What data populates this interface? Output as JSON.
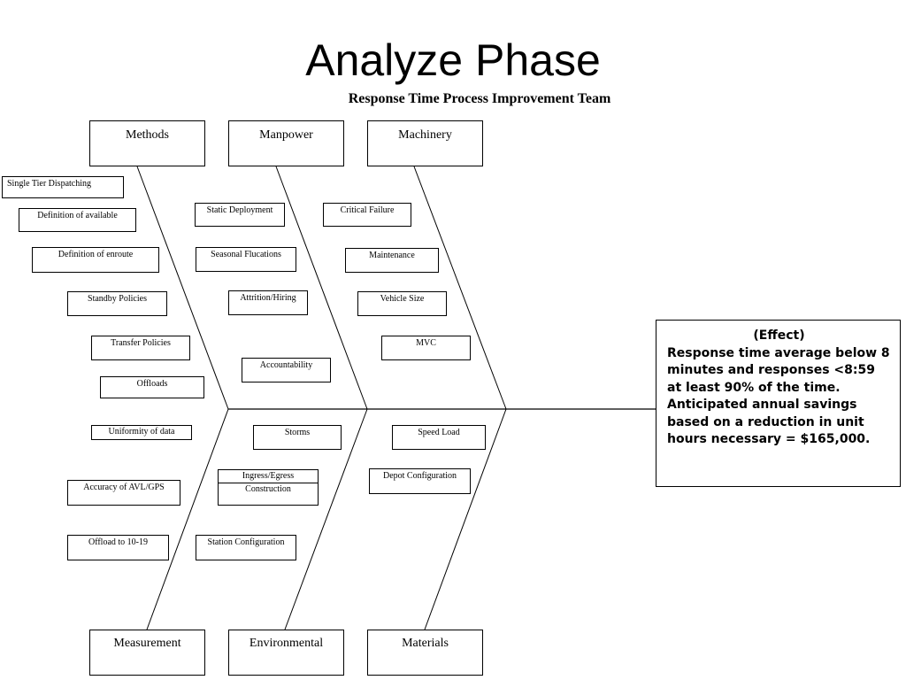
{
  "slide": {
    "title": "Analyze Phase",
    "subtitle": "Response Time Process Improvement Team"
  },
  "categories": {
    "methods": "Methods",
    "manpower": "Manpower",
    "machinery": "Machinery",
    "measurement": "Measurement",
    "environmental": "Environmental",
    "materials": "Materials"
  },
  "causes": {
    "methods": [
      "Single Tier Dispatching",
      "Definition of available",
      "Definition of enroute",
      "Standby Policies",
      "Transfer Policies",
      "Offloads"
    ],
    "manpower": [
      "Static Deployment",
      "Seasonal Flucations",
      "Attrition/Hiring",
      "Accountability"
    ],
    "machinery": [
      "Critical Failure",
      "Maintenance",
      "Vehicle Size",
      "MVC"
    ],
    "measurement": [
      "Uniformity of data",
      "Accuracy of AVL/GPS",
      "Offload to 10-19"
    ],
    "environmental": [
      "Storms",
      "Ingress/Egress",
      "Construction",
      "Station Configuration"
    ],
    "materials": [
      "Speed Load",
      "Depot Configuration"
    ]
  },
  "effect": {
    "heading": "(Effect)",
    "text": "Response time average below 8 minutes and responses <8:59 at least 90% of the time.  Anticipated annual savings based on a reduction in unit hours necessary = $165,000."
  }
}
